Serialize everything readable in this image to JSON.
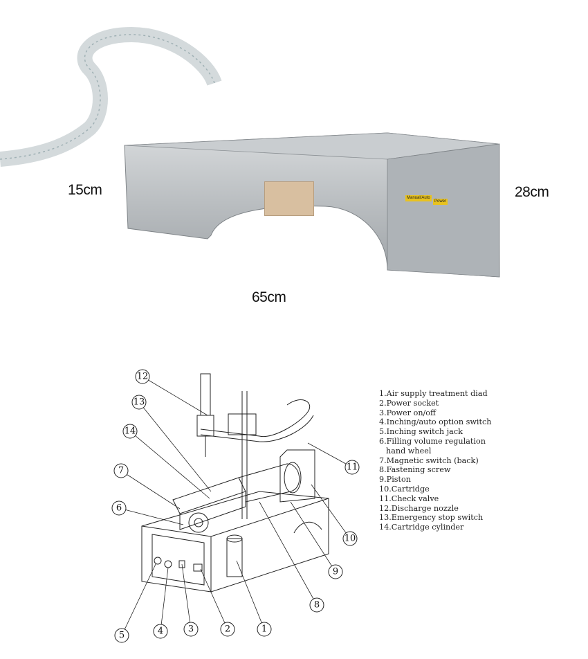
{
  "photo": {
    "dimensions": {
      "height_left": "15cm",
      "height_right": "28cm",
      "length": "65cm"
    },
    "switch_labels": {
      "mode": "Manual/Auto",
      "power": "Power"
    },
    "colors": {
      "dimension_line": "#d9534f",
      "stop_button": "#cc1f1f",
      "power_lamp": "#2fae4f",
      "stainless": "#bfc3c6"
    }
  },
  "diagram": {
    "callouts": [
      "12",
      "13",
      "14",
      "7",
      "6",
      "11",
      "10",
      "9",
      "8",
      "1",
      "2",
      "3",
      "4",
      "5"
    ],
    "legend": [
      "1.Air supply treatment diad",
      "2.Power socket",
      "3.Power on/off",
      "4.Inching/auto option switch",
      "5.Inching switch jack",
      "6.Filling volume regulation",
      "hand wheel",
      "7.Magnetic switch (back)",
      "8.Fastening screw",
      "9.Piston",
      "10.Cartridge",
      "11.Check valve",
      "12.Discharge nozzle",
      "13.Emergency stop switch",
      "14.Cartridge cylinder"
    ]
  }
}
